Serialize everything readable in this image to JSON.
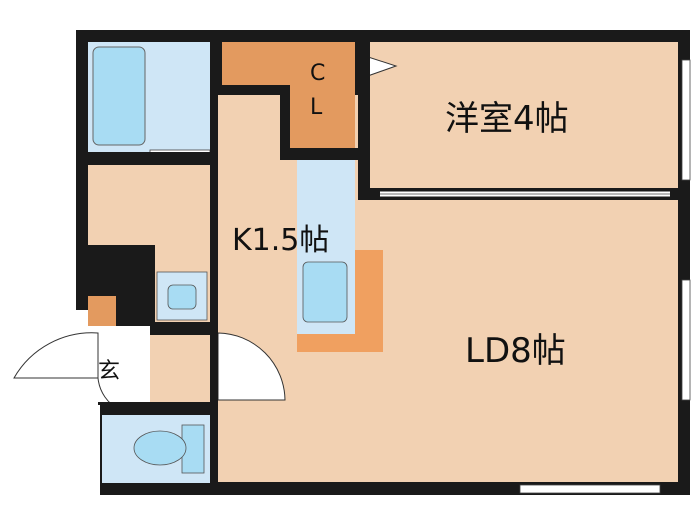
{
  "rooms": {
    "western_room": "洋室4帖",
    "kitchen": "K1.5帖",
    "living_dining": "LD8帖",
    "closet_c": "C",
    "closet_l": "L",
    "entrance": "玄"
  },
  "colors": {
    "floor": "#f2d1b2",
    "wall": "#1a1a1a",
    "closet": "#e39a5f",
    "tile_blue": "#cfe6f6",
    "fixture_blue": "#a8dcf3",
    "counter_orange": "#f0a060"
  }
}
